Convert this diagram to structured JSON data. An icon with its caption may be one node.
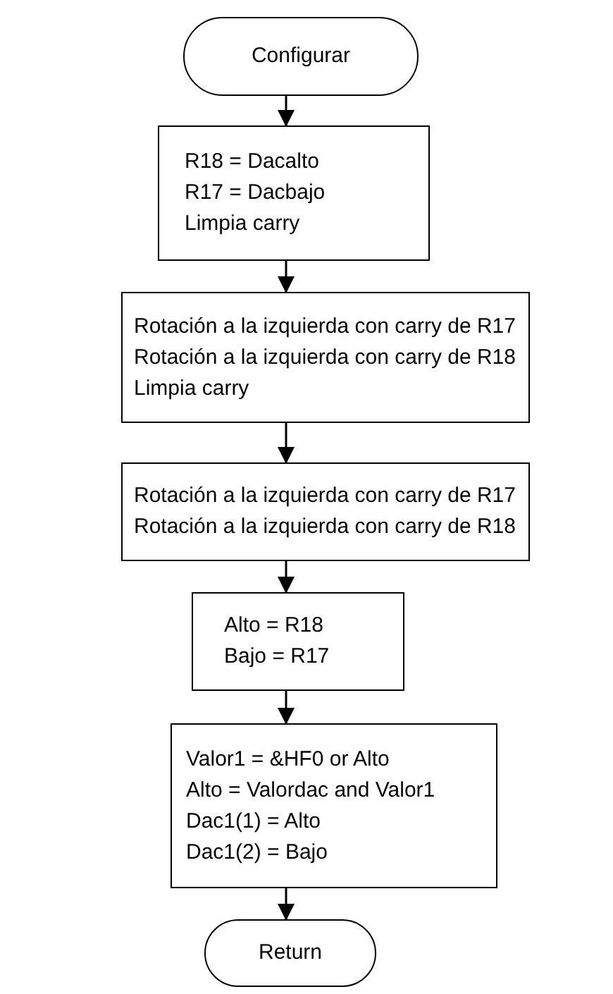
{
  "diagram": {
    "nodes": [
      {
        "text": [
          "Configurar"
        ]
      },
      {
        "text": [
          "R18 = Dacalto",
          "R17 = Dacbajo",
          "Limpia carry"
        ]
      },
      {
        "text": [
          "Rotación a la izquierda con carry de R17",
          "Rotación a la izquierda con carry de R18",
          "Limpia carry"
        ]
      },
      {
        "text": [
          "Rotación a la izquierda con carry de R17",
          "Rotación a la izquierda con carry de R18"
        ]
      },
      {
        "text": [
          "Alto = R18",
          "Bajo = R17"
        ]
      },
      {
        "text": [
          "Valor1 = &HF0 or Alto",
          "Alto = Valordac and Valor1",
          "Dac1(1) = Alto",
          "Dac1(2) = Bajo"
        ]
      },
      {
        "text": [
          "Return"
        ]
      }
    ],
    "edges": [
      {
        "from": 0,
        "to": 1,
        "arrow": "to"
      },
      {
        "from": 1,
        "to": 2,
        "arrow": "to"
      },
      {
        "from": 2,
        "to": 3,
        "arrow": "to"
      },
      {
        "from": 3,
        "to": 4,
        "arrow": "to"
      },
      {
        "from": 4,
        "to": 5,
        "arrow": "to"
      },
      {
        "from": 5,
        "to": 6,
        "arrow": "to"
      }
    ]
  }
}
